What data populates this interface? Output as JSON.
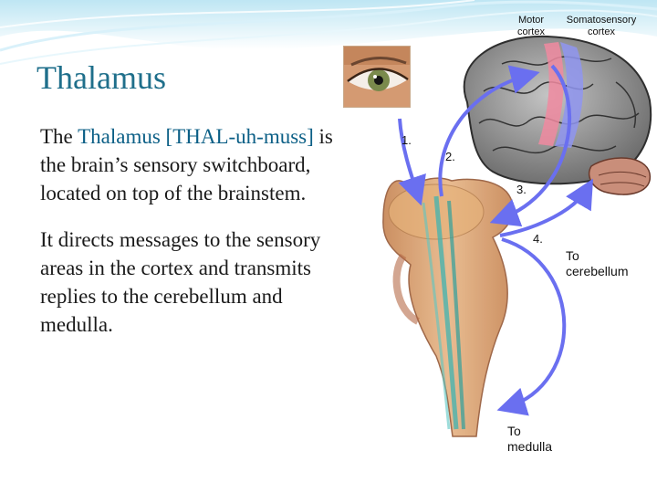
{
  "slide": {
    "title": "Thalamus",
    "paragraph1": {
      "lead": "The ",
      "highlight": "Thalamus [THAL-uh-muss]",
      "rest": " is the brain’s sensory switchboard, located on top of the brainstem."
    },
    "paragraph2": "It directs messages to the sensory areas in the cortex and transmits replies to the cerebellum and medulla.",
    "colors": {
      "title": "#1f6f8b",
      "highlight": "#0b5f86",
      "arrow": "#6a6ff0",
      "motor_cortex": "#f08aa0",
      "somatosensory_cortex": "#8f95f0"
    }
  },
  "diagram": {
    "cortex_labels": {
      "motor_line1": "Motor",
      "motor_line2": "cortex",
      "somato_line1": "Somatosensory",
      "somato_line2": "cortex"
    },
    "step_labels": [
      "1.",
      "2.",
      "3.",
      "4."
    ],
    "destinations": {
      "cerebellum_line1": "To",
      "cerebellum_line2": "cerebellum",
      "medulla_line1": "To",
      "medulla_line2": "medulla"
    }
  }
}
